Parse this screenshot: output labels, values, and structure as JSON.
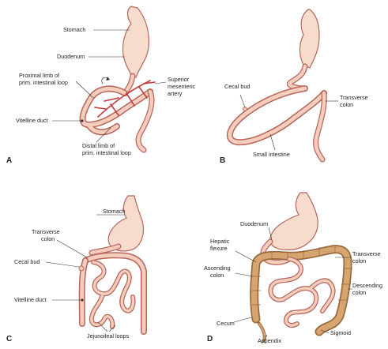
{
  "panels": {
    "A": {
      "letter": "A",
      "stomach": "Stomach",
      "duodenum": "Duodenum",
      "proximal_limb_1": "Proximal limb of",
      "proximal_limb_2": "prim. intestinal loop",
      "sma_1": "Superior",
      "sma_2": "mesenteric",
      "sma_3": "artery",
      "vitelline_duct": "Vitelline duct",
      "distal_limb_1": "Distal limb of",
      "distal_limb_2": "prim. intestinal loop"
    },
    "B": {
      "letter": "B",
      "cecal_bud": "Cecal bud",
      "transverse_colon_1": "Transverse",
      "transverse_colon_2": "colon",
      "small_intestine": "Small intestine"
    },
    "C": {
      "letter": "C",
      "stomach": "Stomach",
      "transverse_colon_1": "Transverse",
      "transverse_colon_2": "colon",
      "cecal_bud": "Cecal bud",
      "vitelline_duct": "Vitelline duct",
      "jejunoileal_loops": "Jejunoileal loops"
    },
    "D": {
      "letter": "D",
      "duodenum": "Duodenum",
      "hepatic_flexure_1": "Hepatic",
      "hepatic_flexure_2": "flexure",
      "transverse_colon_1": "Transverse",
      "transverse_colon_2": "colon",
      "ascending_colon_1": "Ascending",
      "ascending_colon_2": "colon",
      "descending_colon_1": "Descending",
      "descending_colon_2": "colon",
      "cecum": "Cecum",
      "appendix": "Appendix",
      "sigmoid": "Sigmoid"
    }
  },
  "colors": {
    "gut_wall": "#b5655a",
    "gut_fill": "#f5cdbd",
    "artery": "#c23a3a",
    "colon_wall": "#9a6a3e",
    "colon_fill": "#d7a670"
  }
}
